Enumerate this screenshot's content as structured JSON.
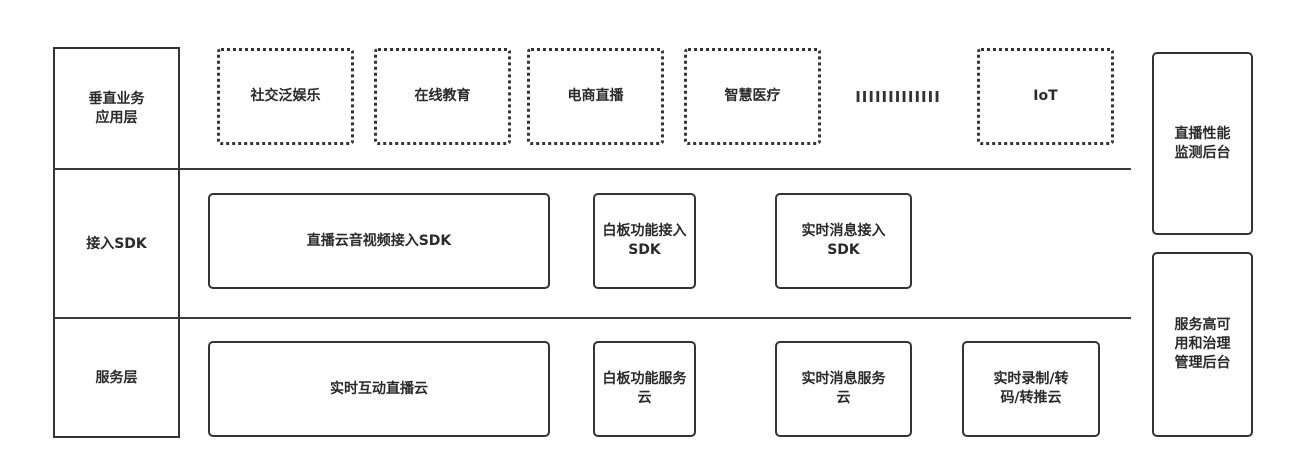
{
  "layers": [
    {
      "label": "垂直业务\n应用层"
    },
    {
      "label": "接入SDK"
    },
    {
      "label": "服务层"
    }
  ],
  "application_layer": {
    "items": [
      {
        "label": "社交泛娱乐"
      },
      {
        "label": "在线教育"
      },
      {
        "label": "电商直播"
      },
      {
        "label": "智慧医疗"
      },
      {
        "label": "IoT"
      }
    ],
    "ellipsis": "IIIIIIIIIIIII"
  },
  "sdk_layer": {
    "items": [
      {
        "label": "直播云音视频接入SDK"
      },
      {
        "label": "白板功能接入\nSDK"
      },
      {
        "label": "实时消息接入\nSDK"
      }
    ]
  },
  "service_layer": {
    "items": [
      {
        "label": "实时互动直播云"
      },
      {
        "label": "白板功能服务\n云"
      },
      {
        "label": "实时消息服务\n云"
      },
      {
        "label": "实时录制/转\n码/转推云"
      }
    ]
  },
  "side_panels": [
    {
      "label": "直播性能\n监测后台"
    },
    {
      "label": "服务高可\n用和治理\n管理后台"
    }
  ]
}
